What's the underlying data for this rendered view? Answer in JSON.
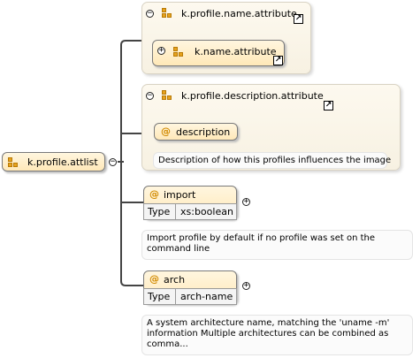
{
  "root": {
    "label": "k.profile.attlist"
  },
  "name_group": {
    "ref_label": "k.profile.name.attribute",
    "inner_ref_label": "k.name.attribute"
  },
  "description_group": {
    "ref_label": "k.profile.description.attribute",
    "attribute": "description",
    "doc": "Description of how this profiles influences the image"
  },
  "import_attr": {
    "name": "import",
    "type_key": "Type",
    "type_value": "xs:boolean",
    "doc": "Import profile by default if no profile was set on the command line"
  },
  "arch_attr": {
    "name": "arch",
    "type_key": "Type",
    "type_value": "arch-name",
    "doc": "A system architecture name, matching the 'uname -m' information Multiple architectures can be combined as comma..."
  },
  "symbols": {
    "at": "@",
    "collapse": "−",
    "expand": "+",
    "ref_arrow": "↗"
  },
  "colors": {
    "node_fill": "#ffe8b8",
    "group_fill": "#f7f1e2",
    "icon_orange": "#e6a21e",
    "at_orange": "#d28a00"
  }
}
